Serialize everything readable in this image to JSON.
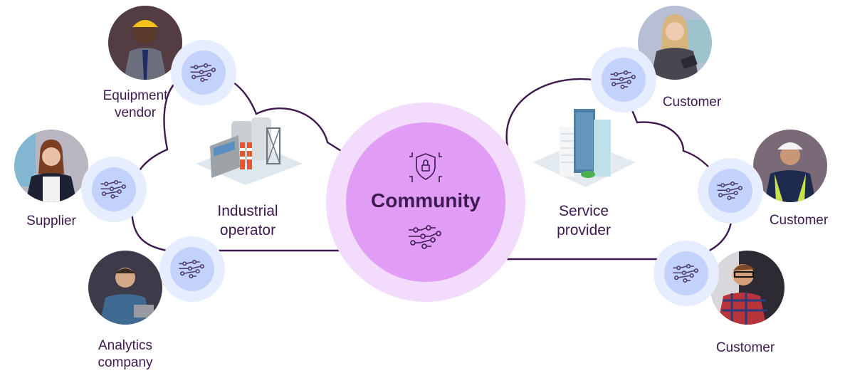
{
  "diagram": {
    "hub": {
      "title": "Community",
      "icons": [
        "shield-lock-circuit-icon",
        "network-nodes-icon"
      ],
      "colors": {
        "outer": "#f3dcfb",
        "inner": "#e19cf6"
      }
    },
    "clouds": [
      {
        "id": "left",
        "label_line1": "Industrial",
        "label_line2": "operator",
        "illustration": "factory-icon"
      },
      {
        "id": "right",
        "label_line1": "Service",
        "label_line2": "provider",
        "illustration": "office-buildings-icon"
      }
    ],
    "participants": [
      {
        "label_line1": "Equipment",
        "label_line2": "vendor",
        "cloud": "left"
      },
      {
        "label_line1": "Supplier",
        "label_line2": "",
        "cloud": "left"
      },
      {
        "label_line1": "Analytics",
        "label_line2": "company",
        "cloud": "left"
      },
      {
        "label_line1": "Customer",
        "label_line2": "",
        "cloud": "right"
      },
      {
        "label_line1": "Customer",
        "label_line2": "",
        "cloud": "right"
      },
      {
        "label_line1": "Customer",
        "label_line2": "",
        "cloud": "right"
      }
    ],
    "colors": {
      "outline": "#3d1a4f",
      "node_outer": "#e6edff",
      "node_inner": "#c3d2fb",
      "text": "#3d1a4f"
    }
  }
}
